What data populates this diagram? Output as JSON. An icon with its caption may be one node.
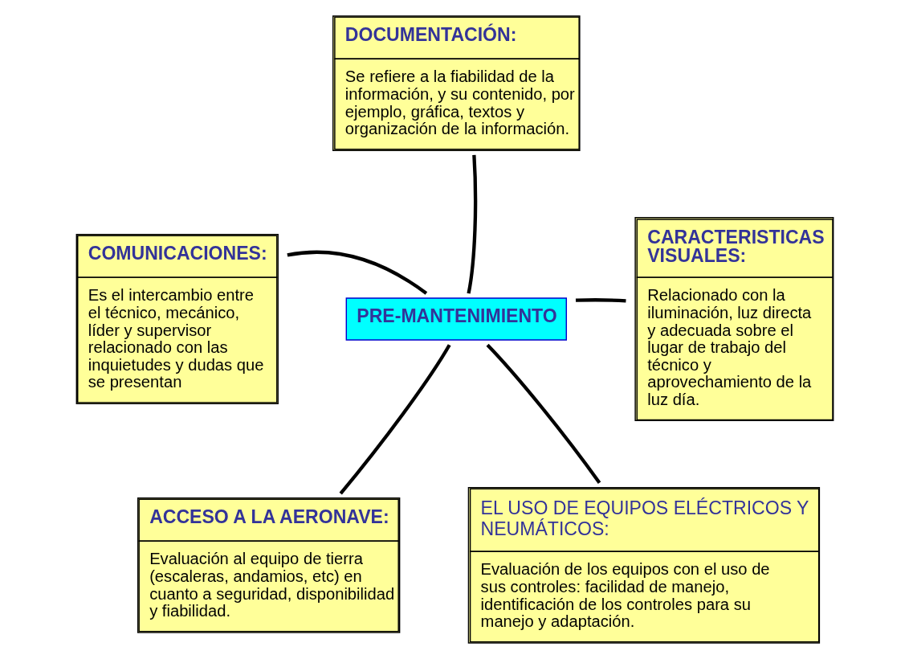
{
  "diagram": {
    "nodes": [
      {
        "text": [
          "DOCUMENTACIÓN:",
          "Se refiere a la fiabilidad de la información, y su contenido, por ejemplo, gráfica, textos y organización de la información."
        ]
      },
      {
        "text": [
          "COMUNICACIONES:",
          "Es el intercambio entre el técnico, mecánico, líder y supervisor relacionado con las inquietudes y dudas que se presentan"
        ]
      },
      {
        "text": [
          "PRE-MANTENIMIENTO"
        ]
      },
      {
        "text": [
          "CARACTERISTICAS VISUALES:",
          "Relacionado con la iluminación, luz directa y adecuada sobre el lugar de trabajo del técnico y aprovechamiento de la luz día."
        ]
      },
      {
        "text": [
          "ACCESO A LA AERONAVE:",
          "Evaluación al equipo de tierra (escaleras, andamios, etc) en cuanto a seguridad, disponibilidad y fiabilidad."
        ]
      },
      {
        "text": [
          "EL USO DE EQUIPOS ELÉCTRICOS Y NEUMÁTICOS:",
          "Evaluación de los equipos con el uso de sus controles: facilidad de manejo, identificación de los controles para su manejo y adaptación."
        ]
      }
    ],
    "edges": [
      {
        "from": 2,
        "to": 0,
        "arrow": "none"
      },
      {
        "from": 2,
        "to": 1,
        "arrow": "none"
      },
      {
        "from": 2,
        "to": 3,
        "arrow": "none"
      },
      {
        "from": 2,
        "to": 4,
        "arrow": "none"
      },
      {
        "from": 2,
        "to": 5,
        "arrow": "none"
      }
    ]
  }
}
